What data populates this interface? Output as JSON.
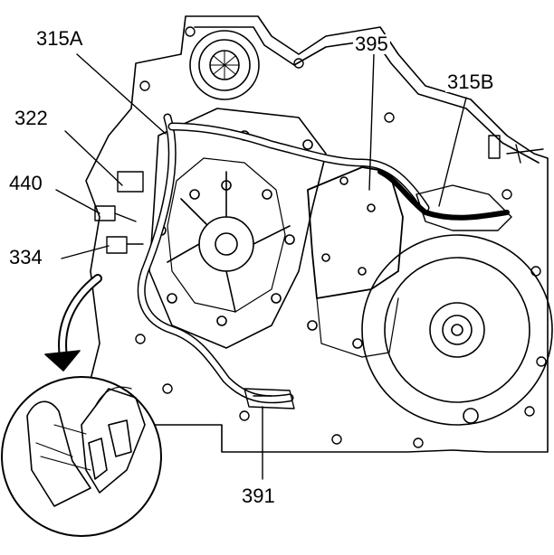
{
  "callouts": {
    "c315a": "315A",
    "c322": "322",
    "c440": "440",
    "c334": "334",
    "c395": "395",
    "c315b": "315B",
    "c391": "391"
  }
}
